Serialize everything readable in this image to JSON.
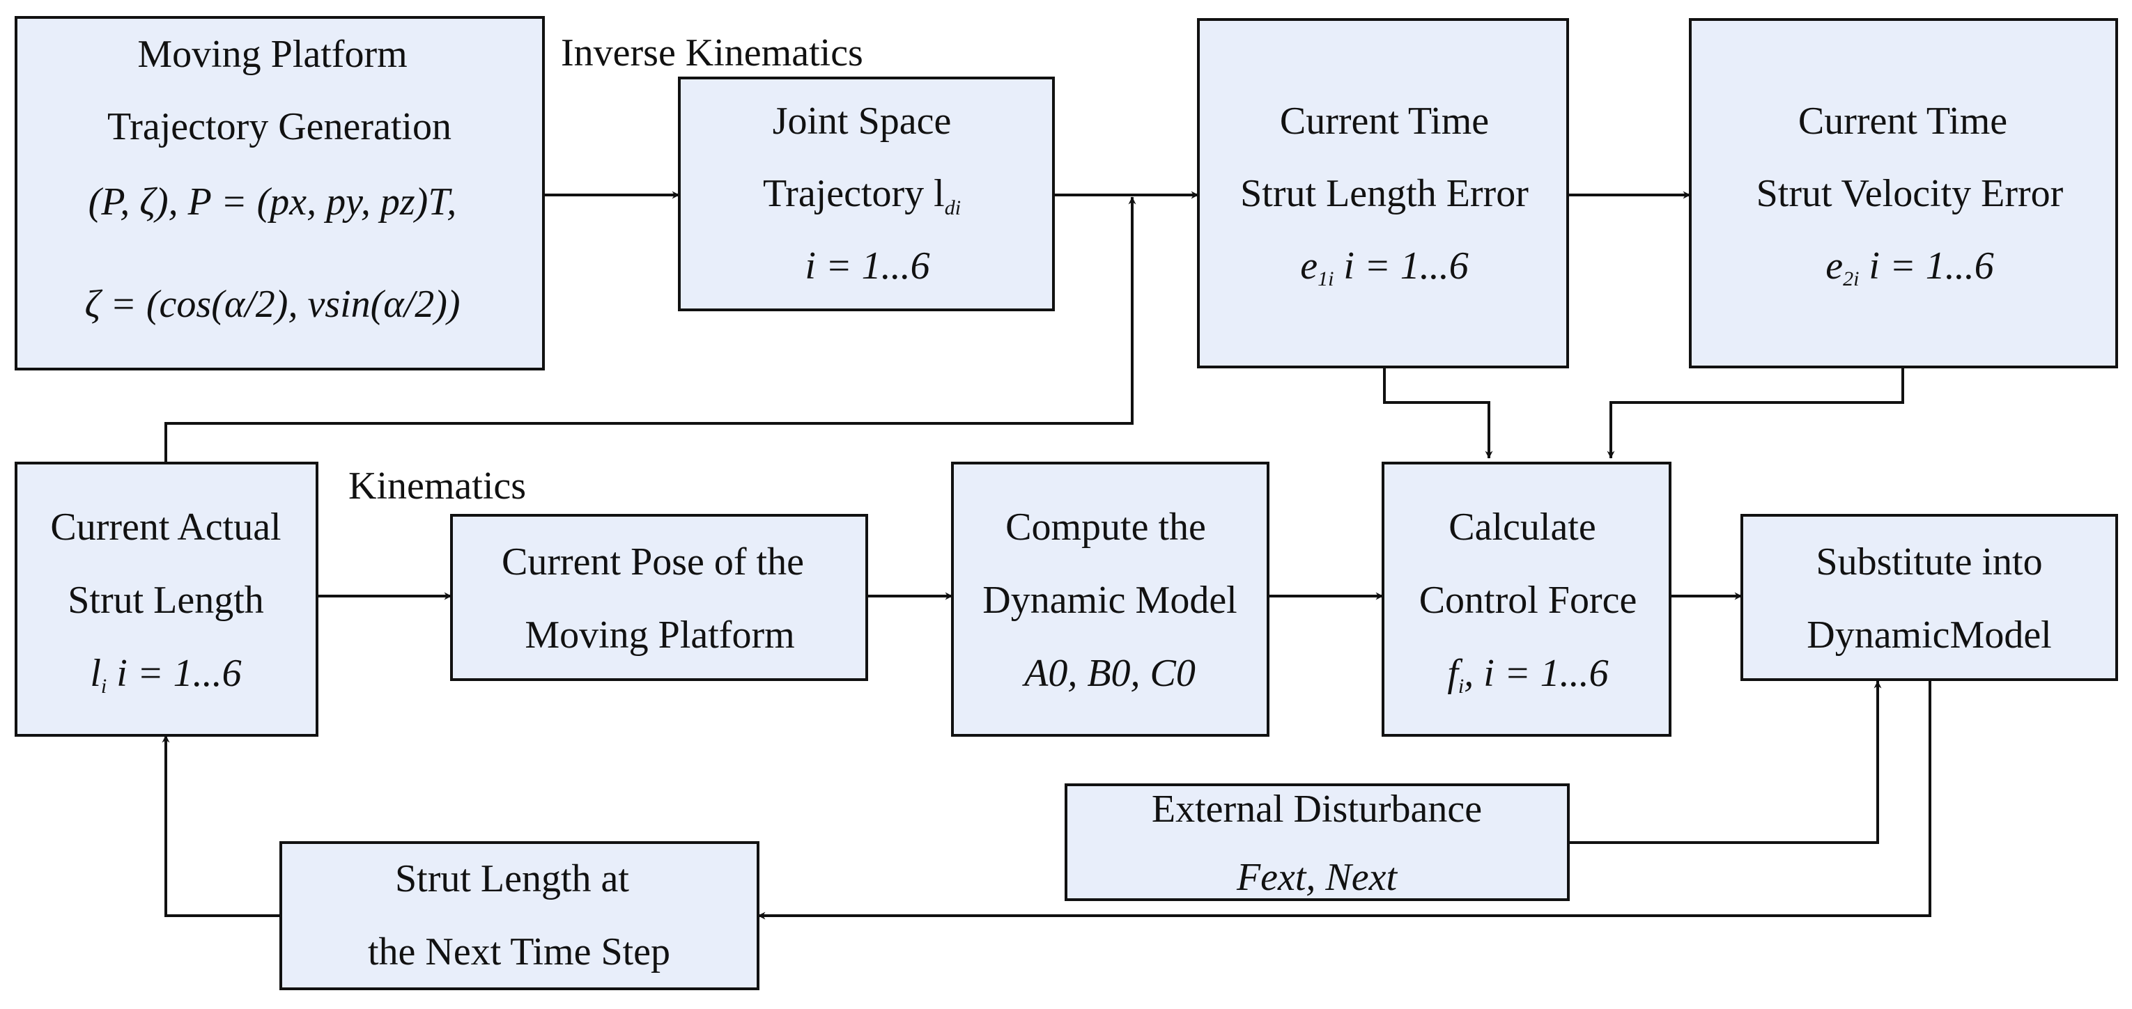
{
  "labels": {
    "inverse_kinematics": "Inverse Kinematics",
    "kinematics": "Kinematics"
  },
  "blocks": {
    "trajectory_generation": {
      "line1": "Moving Platform",
      "line2": "Trajectory Generation",
      "eq1": "(P,  ζ),  P = (px,  py,  pz)T,",
      "eq2": "ζ = (cos(α/2),  vsin(α/2))"
    },
    "joint_space": {
      "line1": "Joint Space",
      "line2": "Trajectory  l",
      "line2_sub": "di",
      "line3": "i = 1...6"
    },
    "strut_length_error": {
      "line1": "Current Time",
      "line2": "Strut Length Error",
      "eq_var": "e",
      "eq_sub": "1i",
      "eq_rest": " i = 1...6"
    },
    "strut_velocity_error": {
      "line1": "Current Time",
      "line2": "Strut Velocity Error",
      "eq_var": "e",
      "eq_sub": "2i",
      "eq_rest": " i = 1...6"
    },
    "actual_strut_length": {
      "line1": "Current Actual",
      "line2": "Strut Length",
      "eq_var": "l",
      "eq_sub": "i",
      "eq_rest": " i = 1...6"
    },
    "current_pose": {
      "line1": "Current Pose of the",
      "line2": "Moving Platform"
    },
    "dynamic_model": {
      "line1": "Compute the",
      "line2": "Dynamic Model",
      "eq": "A0,  B0,  C0"
    },
    "control_force": {
      "line1": "Calculate",
      "line2": "Control Force",
      "eq_var": "f",
      "eq_sub": "i",
      "eq_rest": ",  i = 1...6"
    },
    "substitute": {
      "line1": "Substitute into",
      "line2": "DynamicModel"
    },
    "disturbance": {
      "line1": "External Disturbance",
      "eq": "Fext,  Next"
    },
    "next_step": {
      "line1": "Strut Length at",
      "line2": "the Next Time Step"
    }
  }
}
